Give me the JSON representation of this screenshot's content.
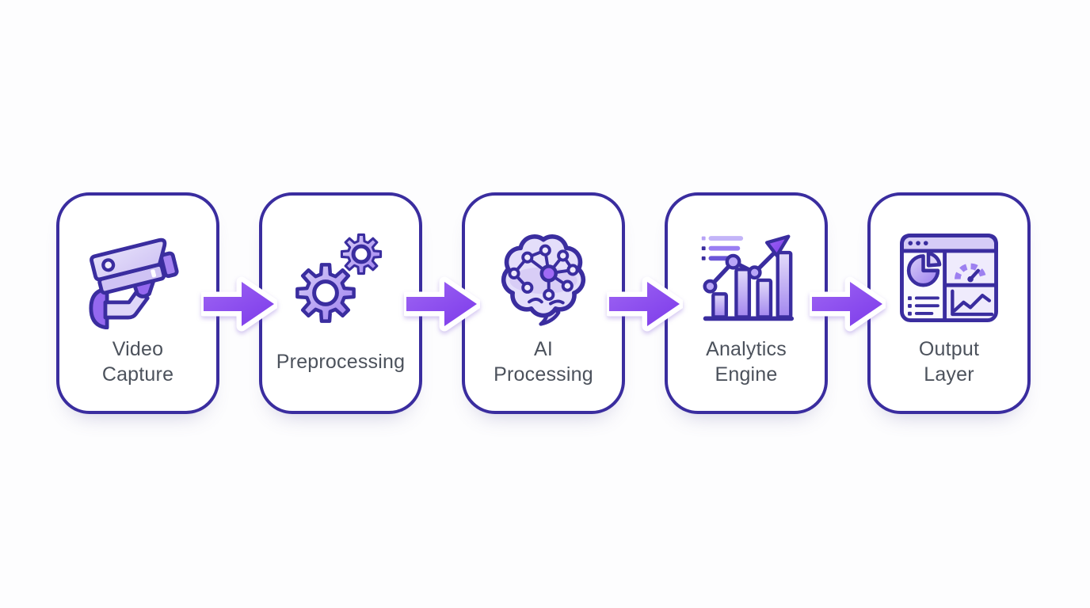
{
  "diagram": {
    "type": "pipeline-flowchart",
    "direction": "left-to-right",
    "stages": [
      {
        "id": "video-capture",
        "label": "Video\nCapture",
        "icon": "security-camera-icon"
      },
      {
        "id": "preprocessing",
        "label": "Preprocessing",
        "icon": "gears-icon"
      },
      {
        "id": "ai-processing",
        "label": "AI\nProcessing",
        "icon": "brain-neural-network-icon"
      },
      {
        "id": "analytics-engine",
        "label": "Analytics\nEngine",
        "icon": "growth-bar-chart-icon"
      },
      {
        "id": "output-layer",
        "label": "Output\nLayer",
        "icon": "dashboard-window-icon"
      }
    ],
    "connections": [
      {
        "from": "video-capture",
        "to": "preprocessing",
        "icon": "arrow-right-icon"
      },
      {
        "from": "preprocessing",
        "to": "ai-processing",
        "icon": "arrow-right-icon"
      },
      {
        "from": "ai-processing",
        "to": "analytics-engine",
        "icon": "arrow-right-icon"
      },
      {
        "from": "analytics-engine",
        "to": "output-layer",
        "icon": "arrow-right-icon"
      }
    ],
    "colors": {
      "background": "#fdfdfe",
      "card_border": "#3a2d9f",
      "card_background": "#ffffff",
      "icon_outline": "#3a2d9f",
      "icon_fill_light": "#ded6f8",
      "icon_fill_medium": "#a78bfa",
      "arrow_gradient_start": "#9d64f3",
      "arrow_gradient_end": "#7d3bea",
      "label_text": "#4c525c"
    }
  }
}
